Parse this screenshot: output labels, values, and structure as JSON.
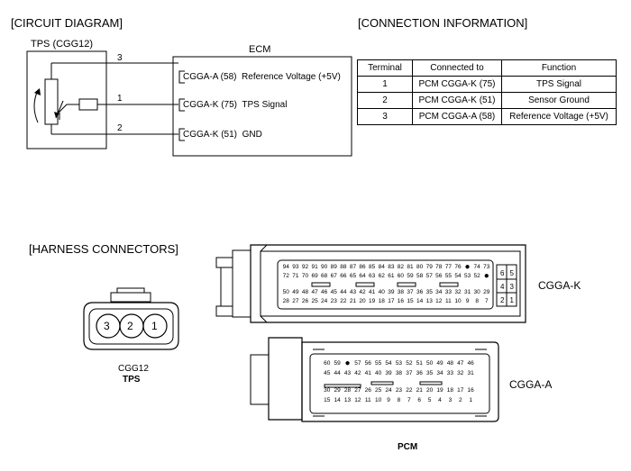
{
  "sections": {
    "circuit": "[CIRCUIT DIAGRAM]",
    "connection": "[CONNECTION INFORMATION]",
    "harness": "[HARNESS CONNECTORS]"
  },
  "circuit": {
    "tps_label": "TPS (CGG12)",
    "ecm_label": "ECM",
    "pins": [
      "3",
      "1",
      "2"
    ],
    "ecm_pins": [
      {
        "pin": "CGGA-A (58)",
        "signal": "Reference Voltage (+5V)"
      },
      {
        "pin": "CGGA-K (75)",
        "signal": "TPS Signal"
      },
      {
        "pin": "CGGA-K (51)",
        "signal": "GND"
      }
    ]
  },
  "connection_table": {
    "headers": [
      "Terminal",
      "Connected to",
      "Function"
    ],
    "rows": [
      [
        "1",
        "PCM CGGA-K (75)",
        "TPS Signal"
      ],
      [
        "2",
        "PCM CGGA-K (51)",
        "Sensor Ground"
      ],
      [
        "3",
        "PCM CGGA-A (58)",
        "Reference Voltage (+5V)"
      ]
    ]
  },
  "harness": {
    "tps_pins": [
      "3",
      "2",
      "1"
    ],
    "tps_code": "CGG12",
    "tps_name": "TPS",
    "cgga_k_label": "CGGA-K",
    "cgga_a_label": "CGGA-A",
    "pcm_label": "PCM",
    "k_row1": [
      "94",
      "93",
      "92",
      "91",
      "90",
      "89",
      "88",
      "87",
      "86",
      "85",
      "84",
      "83",
      "82",
      "81",
      "80",
      "79",
      "78",
      "77",
      "76",
      "●",
      "74",
      "73"
    ],
    "k_row2": [
      "72",
      "71",
      "70",
      "69",
      "68",
      "67",
      "66",
      "65",
      "64",
      "63",
      "62",
      "61",
      "60",
      "59",
      "58",
      "57",
      "56",
      "55",
      "54",
      "53",
      "52",
      "●"
    ],
    "k_row3": [
      "50",
      "49",
      "48",
      "47",
      "46",
      "45",
      "44",
      "43",
      "42",
      "41",
      "40",
      "39",
      "38",
      "37",
      "36",
      "35",
      "34",
      "33",
      "32",
      "31",
      "30",
      "29"
    ],
    "k_row4": [
      "28",
      "27",
      "26",
      "25",
      "24",
      "23",
      "22",
      "21",
      "20",
      "19",
      "18",
      "17",
      "16",
      "15",
      "14",
      "13",
      "12",
      "11",
      "10",
      "9",
      "8",
      "7"
    ],
    "k_side": [
      [
        "6",
        "5"
      ],
      [
        "4",
        "3"
      ],
      [
        "2",
        "1"
      ]
    ],
    "a_row1": [
      "60",
      "59",
      "●",
      "57",
      "56",
      "55",
      "54",
      "53",
      "52",
      "51",
      "50",
      "49",
      "48",
      "47",
      "46"
    ],
    "a_row2": [
      "45",
      "44",
      "43",
      "42",
      "41",
      "40",
      "39",
      "38",
      "37",
      "36",
      "35",
      "34",
      "33",
      "32",
      "31"
    ],
    "a_row3": [
      "30",
      "29",
      "28",
      "27",
      "26",
      "25",
      "24",
      "23",
      "22",
      "21",
      "20",
      "19",
      "18",
      "17",
      "16"
    ],
    "a_row4": [
      "15",
      "14",
      "13",
      "12",
      "11",
      "10",
      "9",
      "8",
      "7",
      "6",
      "5",
      "4",
      "3",
      "2",
      "1"
    ]
  }
}
